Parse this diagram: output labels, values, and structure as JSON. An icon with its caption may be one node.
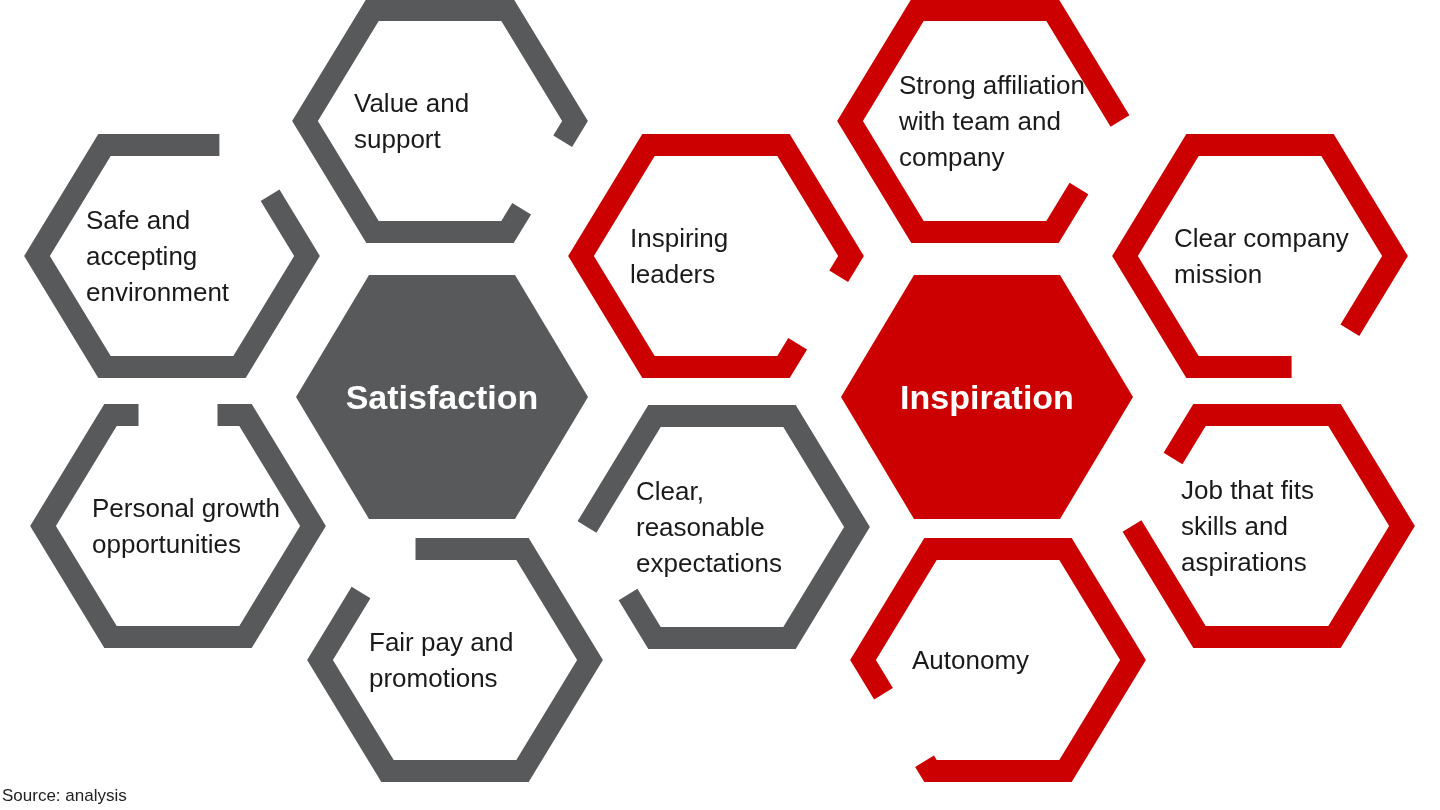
{
  "diagram": {
    "nodes": [
      {
        "text": [
          "Satisfaction"
        ]
      },
      {
        "text": [
          "Value and support"
        ]
      },
      {
        "text": [
          "Safe and accepting environment"
        ]
      },
      {
        "text": [
          "Personal growth opportunities"
        ]
      },
      {
        "text": [
          "Fair pay and promotions"
        ]
      },
      {
        "text": [
          "Clear, reasonable expectations"
        ]
      },
      {
        "text": [
          "Inspiring leaders"
        ]
      },
      {
        "text": [
          "Strong affiliation with team and company"
        ]
      },
      {
        "text": [
          "Clear company mission"
        ]
      },
      {
        "text": [
          "Inspiration"
        ]
      },
      {
        "text": [
          "Job that fits skills and aspirations"
        ]
      },
      {
        "text": [
          "Autonomy"
        ]
      }
    ],
    "labels": [
      "Source: analysis"
    ]
  }
}
